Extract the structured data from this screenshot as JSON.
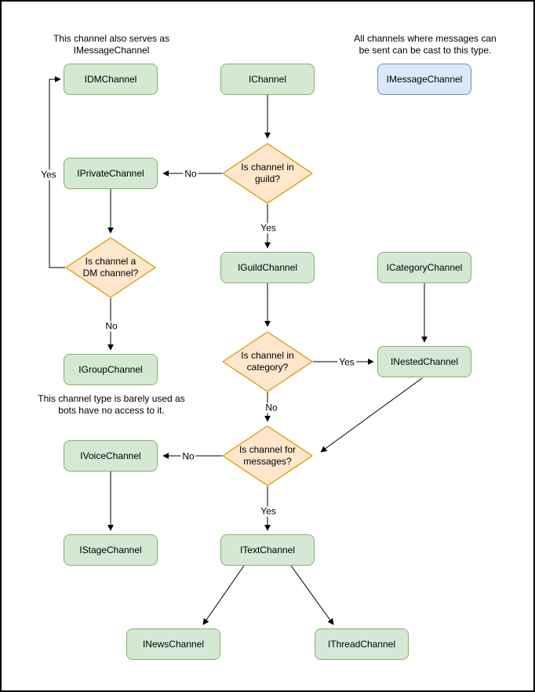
{
  "colors": {
    "background": "#ffffff",
    "text_color": "#000000",
    "edge_color": "#000000",
    "node_green_fill": "#d5e8d4",
    "node_green_stroke": "#82b366",
    "node_blue_fill": "#dae8fc",
    "node_blue_stroke": "#6c8ebf",
    "diamond_fill": "#ffe6cc",
    "diamond_stroke": "#d79b00"
  },
  "notes": {
    "dm_note": "This channel also serves as\nIMessageChannel",
    "message_note": "All channels where messages can\nbe sent can be cast to this type.",
    "group_note": "This channel type is barely used as\nbots have no access to it."
  },
  "nodes": {
    "idm": "IDMChannel",
    "ichannel": "IChannel",
    "imessage": "IMessageChannel",
    "iprivate": "IPrivateChannel",
    "iguild": "IGuildChannel",
    "icategory": "ICategoryChannel",
    "igroup": "IGroupChannel",
    "inested": "INestedChannel",
    "ivoice": "IVoiceChannel",
    "istage": "IStageChannel",
    "itext": "ITextChannel",
    "inews": "INewsChannel",
    "ithread": "IThreadChannel"
  },
  "decisions": {
    "guild": "Is channel in\nguild?",
    "dm": "Is channel a\nDM channel?",
    "category": "Is channel in\ncategory?",
    "messages": "Is channel for\nmessages?"
  },
  "edge_labels": {
    "yes": "Yes",
    "no": "No"
  }
}
